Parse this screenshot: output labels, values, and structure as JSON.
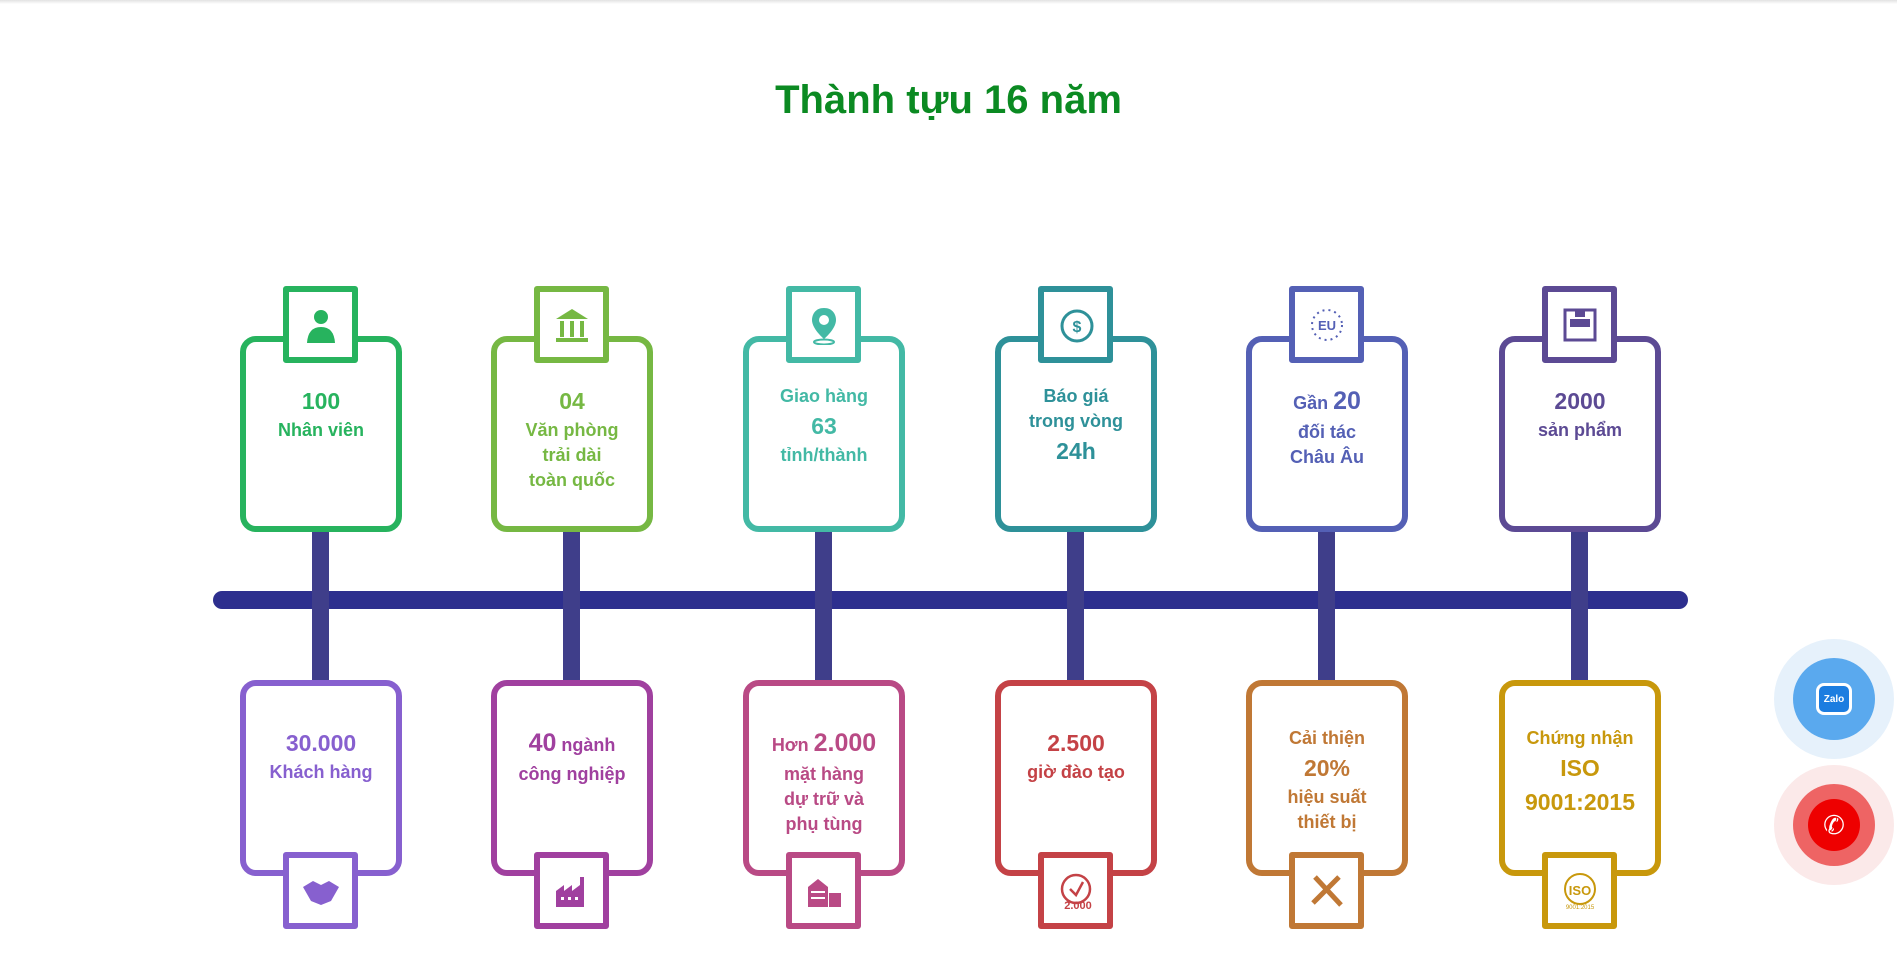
{
  "title": "Thành tựu 16 năm",
  "top_cards": [
    {
      "lines": [
        "100",
        "Nhân viên"
      ],
      "big": [
        0
      ],
      "color": "#27b35e",
      "icon": "employee-icon"
    },
    {
      "lines": [
        "04",
        "Văn phòng",
        "trải dài",
        "toàn quốc"
      ],
      "big": [
        0
      ],
      "color": "#76b843",
      "icon": "bank-building-icon"
    },
    {
      "lines": [
        "Giao hàng",
        "63",
        "tỉnh/thành"
      ],
      "big": [
        1
      ],
      "color": "#43b9a5",
      "icon": "location-pin-icon"
    },
    {
      "lines": [
        "Báo giá",
        "trong vòng",
        "24h"
      ],
      "big": [
        2
      ],
      "color": "#2e9199",
      "icon": "quote-dollar-icon"
    },
    {
      "lines": [
        "Gần 20",
        "đối tác",
        "Châu Âu"
      ],
      "big": [],
      "color": "#5460b5",
      "icon": "eu-flag-icon"
    },
    {
      "lines": [
        "2000",
        "sản phẩm"
      ],
      "big": [
        0
      ],
      "color": "#5c4a94",
      "icon": "product-box-icon"
    }
  ],
  "bottom_cards": [
    {
      "lines": [
        "30.000",
        "Khách hàng"
      ],
      "big": [
        0
      ],
      "color": "#8760cf",
      "icon": "handshake-icon"
    },
    {
      "lines": [
        "40 ngành",
        "công nghiệp"
      ],
      "big": [],
      "color": "#a0409f",
      "icon": "factory-icon"
    },
    {
      "lines": [
        "Hơn 2.000",
        "mặt hàng",
        "dự trữ và",
        "phụ tùng"
      ],
      "big": [],
      "color": "#b94a85",
      "icon": "warehouse-icon"
    },
    {
      "lines": [
        "2.500",
        "giờ đào tạo"
      ],
      "big": [
        0
      ],
      "color": "#c44246",
      "icon": "training-clock-icon"
    },
    {
      "lines": [
        "Cải thiện",
        "20%",
        "hiệu suất",
        "thiết bị"
      ],
      "big": [
        1
      ],
      "color": "#c07835",
      "icon": "tools-icon"
    },
    {
      "lines": [
        "Chứng nhận",
        "ISO",
        "9001:2015"
      ],
      "big": [
        1,
        2
      ],
      "color": "#c8980c",
      "icon": "iso-badge-icon"
    }
  ],
  "fab": {
    "zalo_label": "Zalo"
  },
  "colors": {
    "title": "#0b8a22",
    "timeline": "#2d2f8e"
  }
}
